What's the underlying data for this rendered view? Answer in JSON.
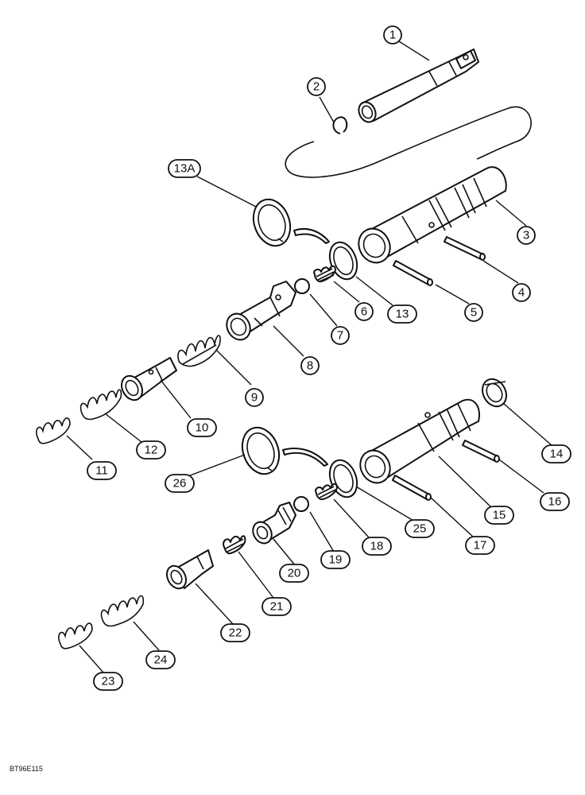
{
  "figure_code": "BT96E115",
  "callouts": [
    {
      "label": "1"
    },
    {
      "label": "2"
    },
    {
      "label": "13A"
    },
    {
      "label": "3"
    },
    {
      "label": "4"
    },
    {
      "label": "5"
    },
    {
      "label": "13"
    },
    {
      "label": "6"
    },
    {
      "label": "7"
    },
    {
      "label": "8"
    },
    {
      "label": "9"
    },
    {
      "label": "10"
    },
    {
      "label": "12"
    },
    {
      "label": "11"
    },
    {
      "label": "14"
    },
    {
      "label": "16"
    },
    {
      "label": "15"
    },
    {
      "label": "17"
    },
    {
      "label": "26"
    },
    {
      "label": "25"
    },
    {
      "label": "18"
    },
    {
      "label": "19"
    },
    {
      "label": "20"
    },
    {
      "label": "21"
    },
    {
      "label": "22"
    },
    {
      "label": "24"
    },
    {
      "label": "23"
    }
  ]
}
